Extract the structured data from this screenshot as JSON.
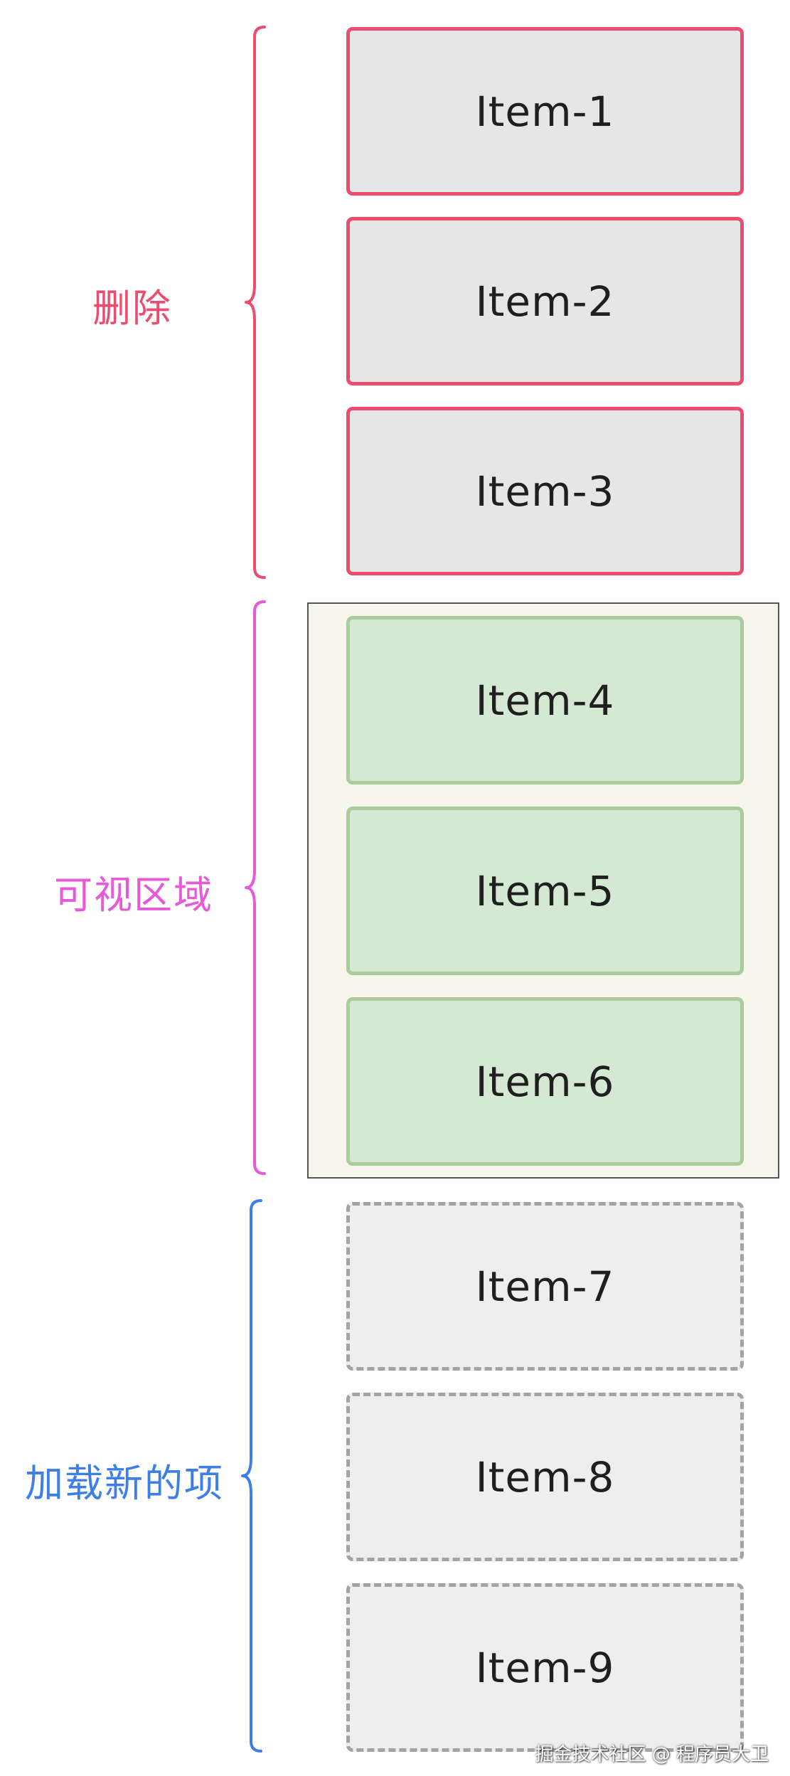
{
  "groups": {
    "delete": {
      "label": "删除",
      "color": "#ec4c6e"
    },
    "visible": {
      "label": "可视区域",
      "color": "#e659d8"
    },
    "load": {
      "label": "加载新的项",
      "color": "#3d7fe6"
    }
  },
  "items": [
    {
      "label": "Item-1",
      "state": "deleted"
    },
    {
      "label": "Item-2",
      "state": "deleted"
    },
    {
      "label": "Item-3",
      "state": "deleted"
    },
    {
      "label": "Item-4",
      "state": "visible"
    },
    {
      "label": "Item-5",
      "state": "visible"
    },
    {
      "label": "Item-6",
      "state": "visible"
    },
    {
      "label": "Item-7",
      "state": "incoming"
    },
    {
      "label": "Item-8",
      "state": "incoming"
    },
    {
      "label": "Item-9",
      "state": "incoming"
    }
  ],
  "colors": {
    "deleted_fill": "#e6e6e6",
    "visible_fill": "#d5e8d4",
    "visible_border": "#a9cc9c",
    "incoming_fill": "#eeeeee",
    "incoming_border": "#a3a3a3",
    "viewport_fill": "#f7f6ed"
  },
  "watermark": "掘金技术社区 @ 程序员大卫"
}
